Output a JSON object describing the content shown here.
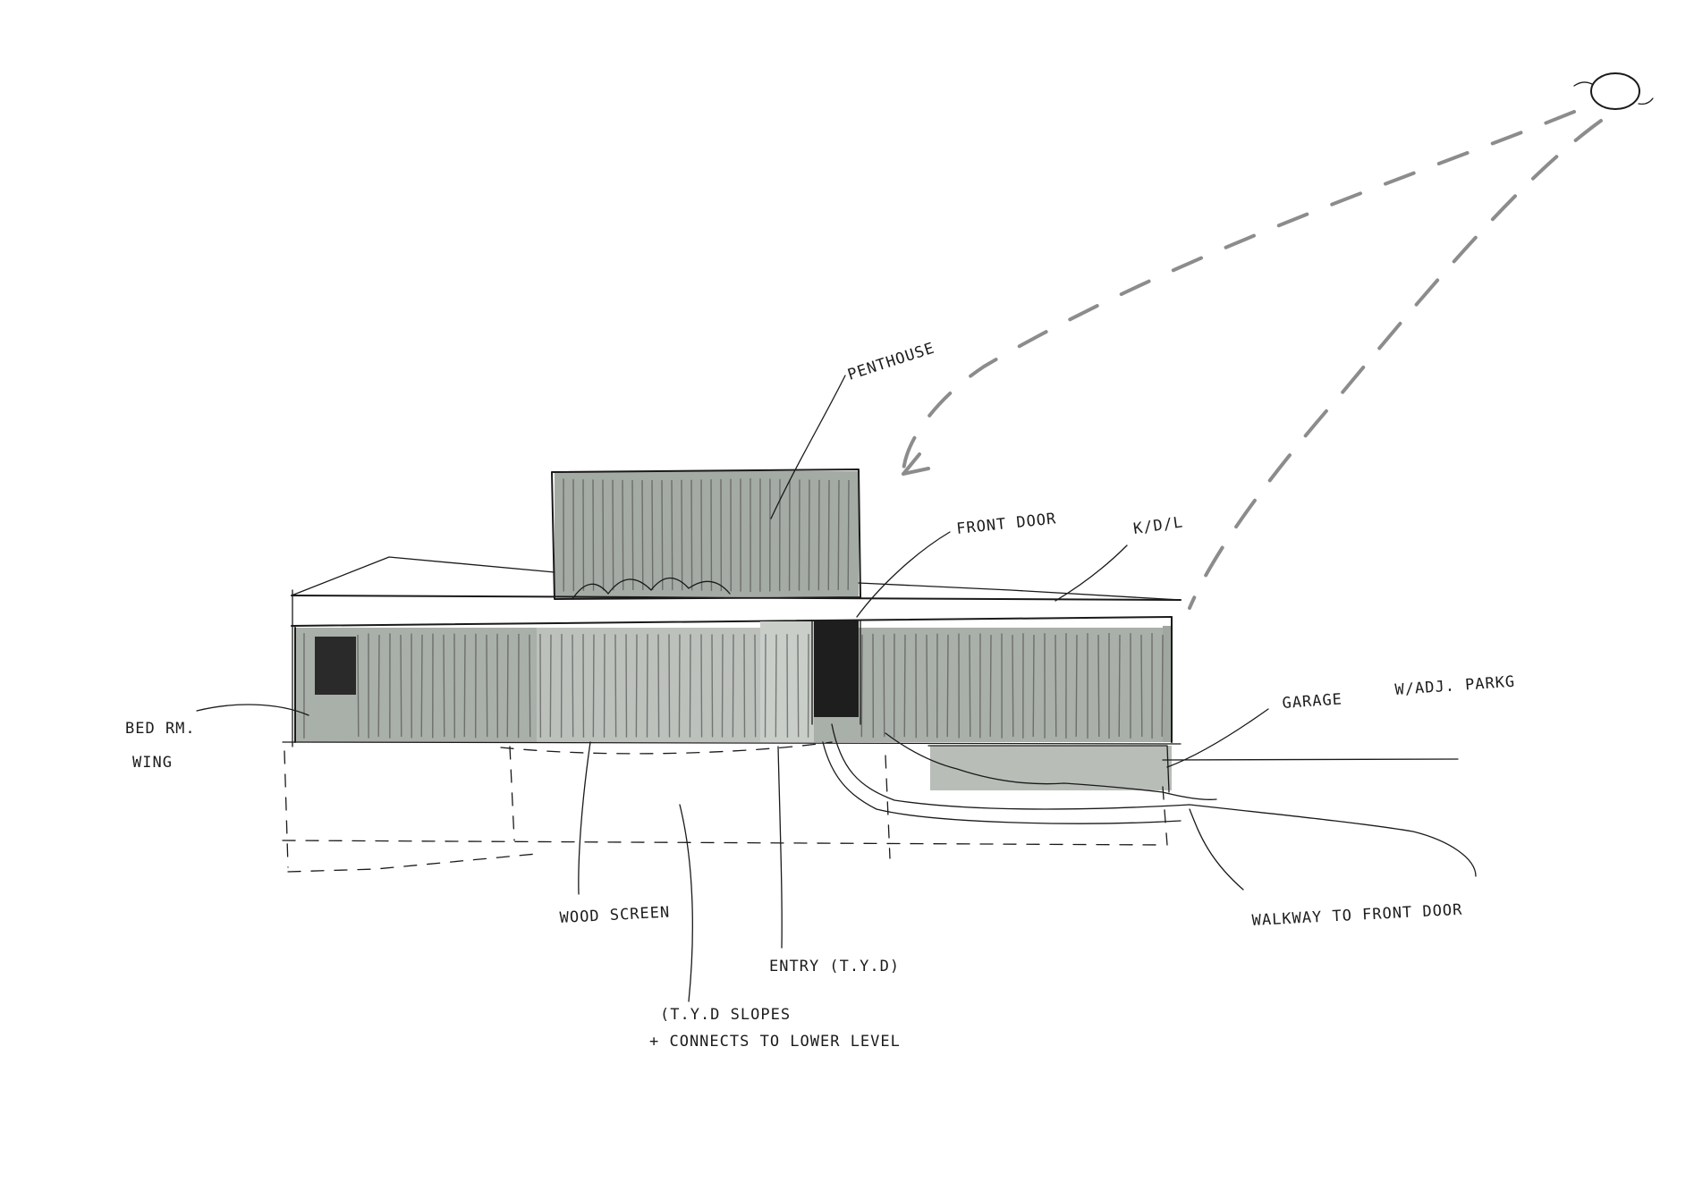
{
  "labels": {
    "penthouse": "PENTHOUSE",
    "front_door": "FRONT DOOR",
    "kdl": "K/D/L",
    "garage": "GARAGE",
    "garage_parking": "W/ADJ. PARKG",
    "bedroom_wing_line1": "BED RM.",
    "bedroom_wing_line2": "WING",
    "wood_screen": "WOOD SCREEN",
    "entry": "ENTRY (T.Y.D)",
    "slopes_line1": "(T.Y.D SLOPES",
    "slopes_line2": "+ CONNECTS TO LOWER LEVEL",
    "walkway": "WALKWAY TO FRONT DOOR"
  },
  "colors": {
    "ink": "#1a1a1a",
    "wash": "#9aa09a",
    "wash_light": "#c6cbc6",
    "door": "#1e1e1e"
  }
}
